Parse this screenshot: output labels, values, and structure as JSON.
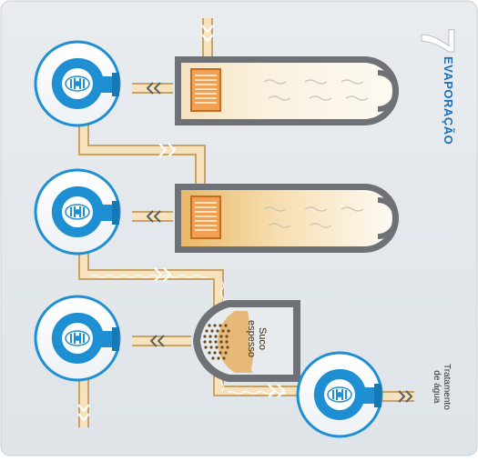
{
  "step": {
    "number": "7",
    "title": "EVAPORAÇÃO"
  },
  "labels": {
    "thick_juice_1": "Suco",
    "thick_juice_2": "espesso",
    "water_treatment_1": "Tratamento",
    "water_treatment_2": "de água"
  },
  "colors": {
    "background": "#e6eaee",
    "pipe": "#f1d7a6",
    "pipe_dark": "#d8b272",
    "pump_blue": "#1e8fd2",
    "tank_shell": "#6e7277",
    "heater": "#f0a050",
    "title_blue": "#1f6fb2"
  }
}
